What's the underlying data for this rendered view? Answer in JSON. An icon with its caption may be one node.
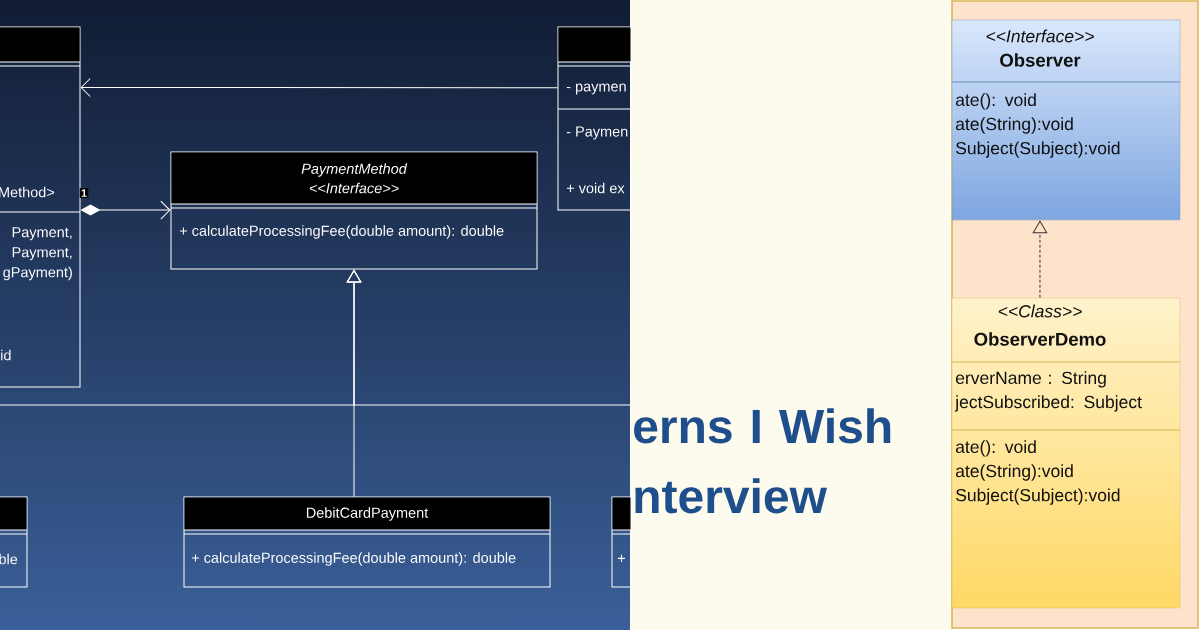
{
  "diagram": {
    "title": "erns I Wish nterview",
    "nodes": [
      {
        "text": [
          "Method>",
          "Payment, Payment, gPayment)",
          "id"
        ]
      },
      {
        "text": [
          "- paymen",
          "- Paymen",
          "+ void ex"
        ]
      },
      {
        "text": [
          "PaymentMethod",
          "<<Interface>>",
          "+ calculateProcessingFee(double amount): double"
        ]
      },
      {
        "text": [
          "ble"
        ]
      },
      {
        "text": [
          "DebitCardPayment",
          "+ calculateProcessingFee(double amount): double"
        ]
      },
      {
        "text": [
          "+"
        ]
      },
      {
        "text": [
          "<<Interface>>",
          "Observer",
          "ate(): void ate(String):void Subject(Subject):void"
        ]
      },
      {
        "text": [
          "<<Class>>",
          "ObserverDemo",
          "erverName : String jectSubscribed: Subject",
          "ate(): void ate(String):void Subject(Subject):void"
        ]
      }
    ],
    "edges": [
      {
        "from": 1,
        "to": 0,
        "arrow": "to"
      },
      {
        "from": 0,
        "to": 2,
        "arrow": "to",
        "label": "1"
      },
      {
        "from": 4,
        "to": 2,
        "arrow": "to"
      },
      {
        "from": 3,
        "to": 2,
        "arrow": "to"
      },
      {
        "from": 5,
        "to": 2,
        "arrow": "to"
      },
      {
        "from": 7,
        "to": 6,
        "arrow": "to",
        "style": "dashed",
        "color": "#333333"
      }
    ]
  }
}
